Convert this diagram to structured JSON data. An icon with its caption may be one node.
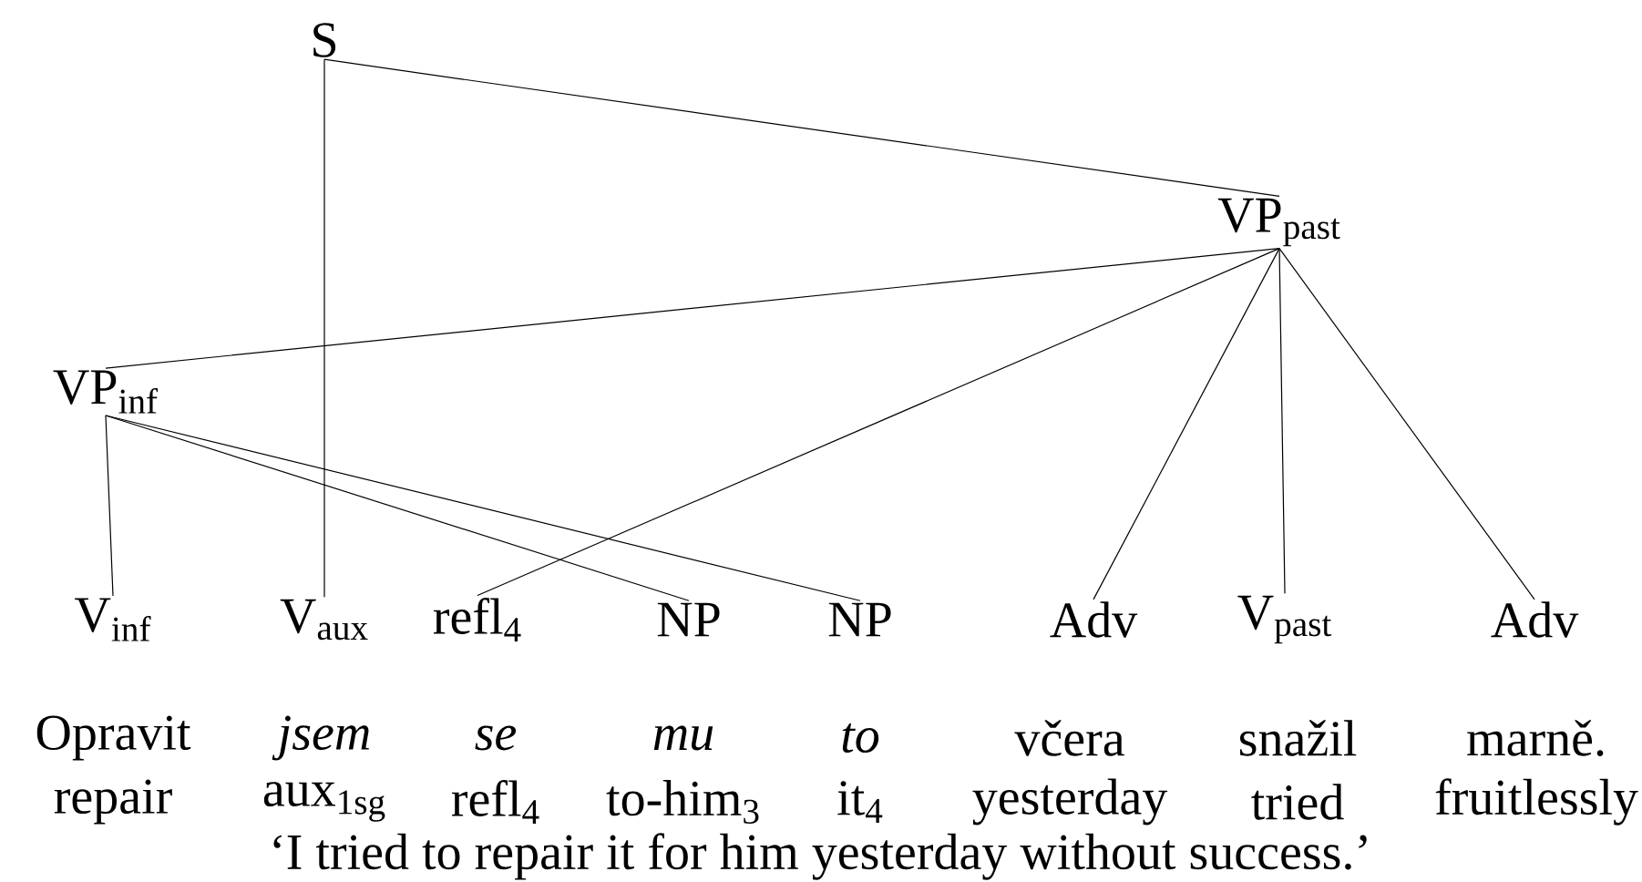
{
  "diagram": {
    "nodes": [
      {
        "text": [
          "S"
        ]
      },
      {
        "text": [
          "VP$_{past}$"
        ]
      },
      {
        "text": [
          "VP$_{inf}$"
        ]
      },
      {
        "text": [
          "V$_{inf}$"
        ]
      },
      {
        "text": [
          "V$_{aux}$"
        ]
      },
      {
        "text": [
          "refl$_{4}$"
        ]
      },
      {
        "text": [
          "NP"
        ]
      },
      {
        "text": [
          "NP"
        ]
      },
      {
        "text": [
          "Adv"
        ]
      },
      {
        "text": [
          "V$_{past}$"
        ]
      },
      {
        "text": [
          "Adv"
        ]
      }
    ],
    "edges": [
      {
        "from": 0,
        "to": 4,
        "arrow": "none"
      },
      {
        "from": 0,
        "to": 1,
        "arrow": "none"
      },
      {
        "from": 1,
        "to": 2,
        "arrow": "none"
      },
      {
        "from": 1,
        "to": 5,
        "arrow": "none"
      },
      {
        "from": 1,
        "to": 8,
        "arrow": "none"
      },
      {
        "from": 1,
        "to": 9,
        "arrow": "none"
      },
      {
        "from": 1,
        "to": 10,
        "arrow": "none"
      },
      {
        "from": 2,
        "to": 3,
        "arrow": "none"
      },
      {
        "from": 2,
        "to": 6,
        "arrow": "none"
      },
      {
        "from": 2,
        "to": 7,
        "arrow": "none"
      }
    ],
    "labels": [
      "Opravit",
      "jsem",
      "se",
      "mu",
      "to",
      "včera",
      "snažil",
      "marně.",
      "repair",
      "aux$_{1sg}$",
      "refl$_{4}$",
      "to-him$_{3}$",
      "it$_{4}$",
      "yesterday",
      "tried",
      "fruitlessly",
      "‘I tried to repair it for him yesterday without success.’"
    ]
  }
}
